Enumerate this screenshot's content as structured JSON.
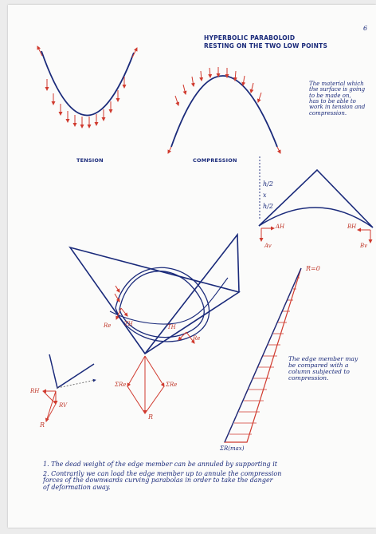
{
  "page": {
    "page_number": "6",
    "title_line1": "HYPERBOLIC PARABOLOID",
    "title_line2": "RESTING ON THE TWO LOW POINTS",
    "side_note": "The material which\nthe surface is going\nto be made on,\nhas to be able to\nwork in tension and\ncompression.",
    "label_tension": "TENSION",
    "label_compression": "COMPRESSION",
    "edge_member_note": "The edge member may\nbe compared with a\ncolumn subjected to\ncompression.",
    "footnote_1": "1. The dead weight of the edge member can be annuled by supporting it",
    "footnote_2": "2. Contrarily we can load the edge member up to annule the compression\n    forces of the downwards curving parabolas in order to take the danger\n    of deformation away."
  },
  "labels": {
    "h_half_top": "h/2",
    "times": "x",
    "h_half_bottom": "h/2",
    "ah": "AH",
    "av": "Av",
    "bh": "BH",
    "bv": "Bv",
    "r_zero": "R=0",
    "r_max": "ΣR(max)",
    "rh": "RH",
    "rv": "RV",
    "r": "R",
    "sum_re_left": "ΣRe",
    "sum_re_right": "ΣRe",
    "r_bottom": "R",
    "t_left": "TH",
    "t_right": "TH",
    "re_left": "Re",
    "re_right": "Re"
  },
  "colors": {
    "ink": "#1a2a7a",
    "red": "#d03a2e",
    "paper": "#fbfbfa"
  }
}
